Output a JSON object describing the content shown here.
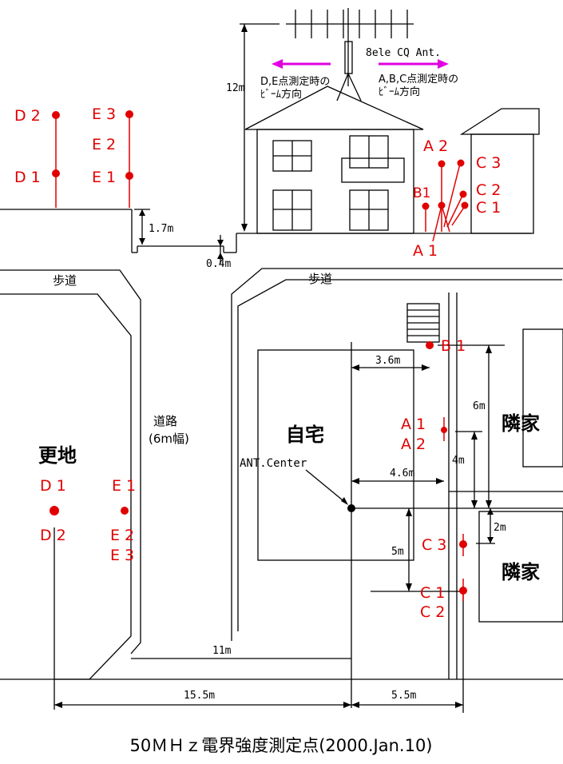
{
  "elevation": {
    "antenna_label": "8ele  CQ  Ant.",
    "beam_de": "D,E点測定時の",
    "beam_de_2": "ﾋﾞｰﾑ方向",
    "beam_abc": "A,B,C点測定時の",
    "beam_abc_2": "ﾋﾞｰﾑ方向",
    "height": "12m",
    "wall_height": "1.7m",
    "step_height": "0.4m",
    "points_left": {
      "d2": "D 2",
      "d1": "D 1",
      "e3": "E 3",
      "e2": "E 2",
      "e1": "E 1"
    },
    "points_right": {
      "a2": "A 2",
      "b1": "B1",
      "c3": "C 3",
      "c2": "C 2",
      "c1": "C 1",
      "a1": "A 1"
    }
  },
  "plan": {
    "sidewalk_left": "歩道",
    "sidewalk_right": "歩道",
    "road": "道路",
    "road_width": "(6m幅)",
    "vacant_lot": "更地",
    "home": "自宅",
    "neighbor_1": "隣家",
    "neighbor_2": "隣家",
    "ant_center": "ANT.Center",
    "dim_3_6": "3.6m",
    "dim_4_6": "4.6m",
    "dim_6": "6m",
    "dim_4": "4m",
    "dim_2": "2m",
    "dim_5": "5m",
    "dim_11": "11m",
    "dim_15_5": "15.5m",
    "dim_5_5": "5.5m",
    "points": {
      "b1": "B 1",
      "a1": "A 1",
      "a2": "A 2",
      "c3": "C 3",
      "c1": "C 1",
      "c2": "C 2",
      "d1": "D 1",
      "d2": "D 2",
      "e1": "E 1",
      "e2": "E 2",
      "e3": "E 3"
    }
  },
  "caption": "50ＭＨｚ電界強度測定点(2000.Jan.10)",
  "colors": {
    "point": "#e00000",
    "beam_arrow": "#e000e0",
    "line": "#000000"
  }
}
